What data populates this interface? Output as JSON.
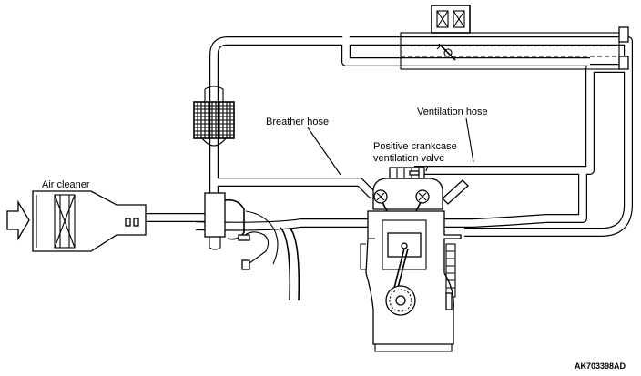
{
  "labels": {
    "air_cleaner": "Air cleaner",
    "breather_hose": "Breather hose",
    "ventilation_hose": "Ventilation hose",
    "pcv_valve_line1": "Positive crankcase",
    "pcv_valve_line2": "ventilation valve"
  },
  "figure_code": "AK703398AD",
  "icons": [
    "inlet-arrow-icon",
    "air-filter-element-icon",
    "throttle-valve-icon",
    "sensor-box-icon"
  ],
  "colors": {
    "line": "#000000",
    "background": "#ffffff"
  }
}
